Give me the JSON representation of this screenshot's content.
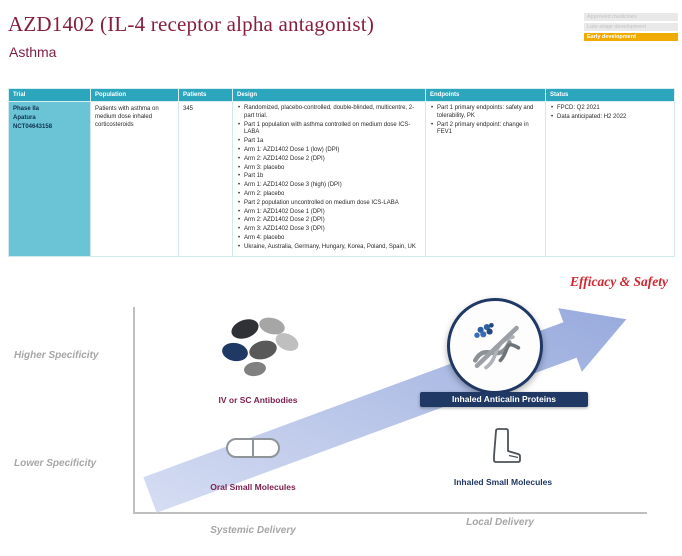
{
  "legend": {
    "items": [
      {
        "label": "Approved medicines",
        "active": false
      },
      {
        "label": "Late-stage development",
        "active": false
      },
      {
        "label": "Early development",
        "active": true
      }
    ]
  },
  "header": {
    "title": "AZD1402 (IL-4 receptor alpha antagonist)",
    "subtitle": "Asthma"
  },
  "table": {
    "columns": [
      "Trial",
      "Population",
      "Patients",
      "Design",
      "Endpoints",
      "Status"
    ],
    "row": {
      "trial_phase": "Phase IIa",
      "trial_name": "Apatura",
      "trial_nct": "NCT04643158",
      "population": "Patients with asthma on medium dose inhaled corticosteroids",
      "patients": "345",
      "design": [
        "Randomized, placebo-controlled, double-blinded, multicentre, 2-part trial.",
        "Part 1 population with asthma controlled on medium dose ICS-LABA",
        "Part 1a",
        "Arm 1: AZD1402 Dose 1 (low) (DPI)",
        "Arm 2: AZD1402 Dose 2 (DPI)",
        "Arm 3: placebo",
        "Part 1b",
        "Arm 1: AZD1402 Dose 3 (high) (DPI)",
        "Arm 2: placebo",
        "Part 2 population uncontrolled on medium dose ICS-LABA",
        "Arm 1: AZD1402 Dose 1 (DPI)",
        "Arm 2: AZD1402 Dose 2 (DPI)",
        "Arm 3: AZD1402 Dose 3 (DPI)",
        "Arm 4: placebo",
        "Ukraine, Australia, Germany, Hungary, Korea, Poland, Spain, UK"
      ],
      "endpoints": [
        "Part 1 primary endpoints: safety and tolerability, PK",
        "Part 2 primary endpoint: change in FEV1"
      ],
      "status": [
        "FPCD: Q2 2021",
        "Data anticipated: H2 2022"
      ]
    }
  },
  "diagram": {
    "efficacy_label": "Efficacy & Safety",
    "y_axis": {
      "top": "Higher Specificity",
      "bottom": "Lower Specificity"
    },
    "x_axis": {
      "left": "Systemic Delivery",
      "right": "Local Delivery"
    },
    "quadrants": {
      "top_left": {
        "label": "IV or SC Antibodies",
        "icon": "antibody-cluster-icon"
      },
      "top_right": {
        "label": "Inhaled Anticalin Proteins",
        "icon": "anticalin-protein-icon"
      },
      "bottom_left": {
        "label": "Oral Small Molecules",
        "icon": "capsule-icon"
      },
      "bottom_right": {
        "label": "Inhaled Small Molecules",
        "icon": "inhaler-icon"
      }
    }
  },
  "colors": {
    "title_maroon": "#861e3d",
    "table_header_teal": "#2ba6bd",
    "trial_cell_teal": "#6ac4d5",
    "highlight_gold": "#f0ab00",
    "navy": "#1f3864",
    "label_maroon": "#7d2150",
    "arrow_blue": "#8fa3da",
    "efficacy_red": "#d22630",
    "axis_gray": "#a6a6a6"
  }
}
